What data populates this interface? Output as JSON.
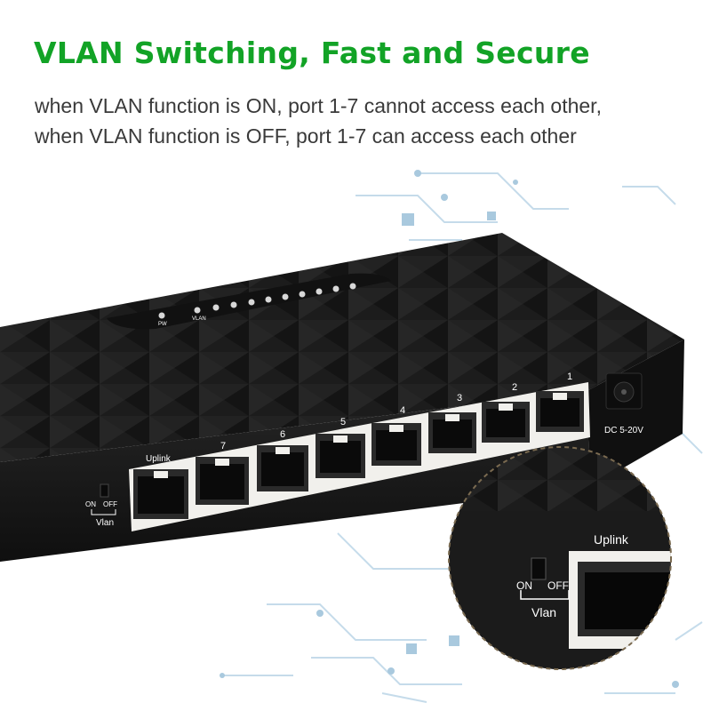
{
  "headline": "VLAN Switching, Fast and Secure",
  "description": [
    "when VLAN function is ON, port 1-7 cannot access each other,",
    "when VLAN function is OFF, port 1-7 can access each other"
  ],
  "switch": {
    "port_numbers": [
      "1",
      "2",
      "3",
      "4",
      "5",
      "6",
      "7"
    ],
    "uplink_label": "Uplink",
    "power_label": "DC 5-20V",
    "switch_on_label": "ON",
    "switch_off_label": "OFF",
    "vlan_label": "Vlan",
    "led_labels": [
      "PW",
      "VLAN"
    ]
  },
  "zoom_inset": {
    "uplink_label": "Uplink",
    "on_label": "ON",
    "off_label": "OFF",
    "vlan_label": "Vlan"
  },
  "colors": {
    "headline": "#12a326",
    "body_text": "#3a3a3a",
    "device_body": "#1d1d1d",
    "circuit": "#a9c9de"
  }
}
